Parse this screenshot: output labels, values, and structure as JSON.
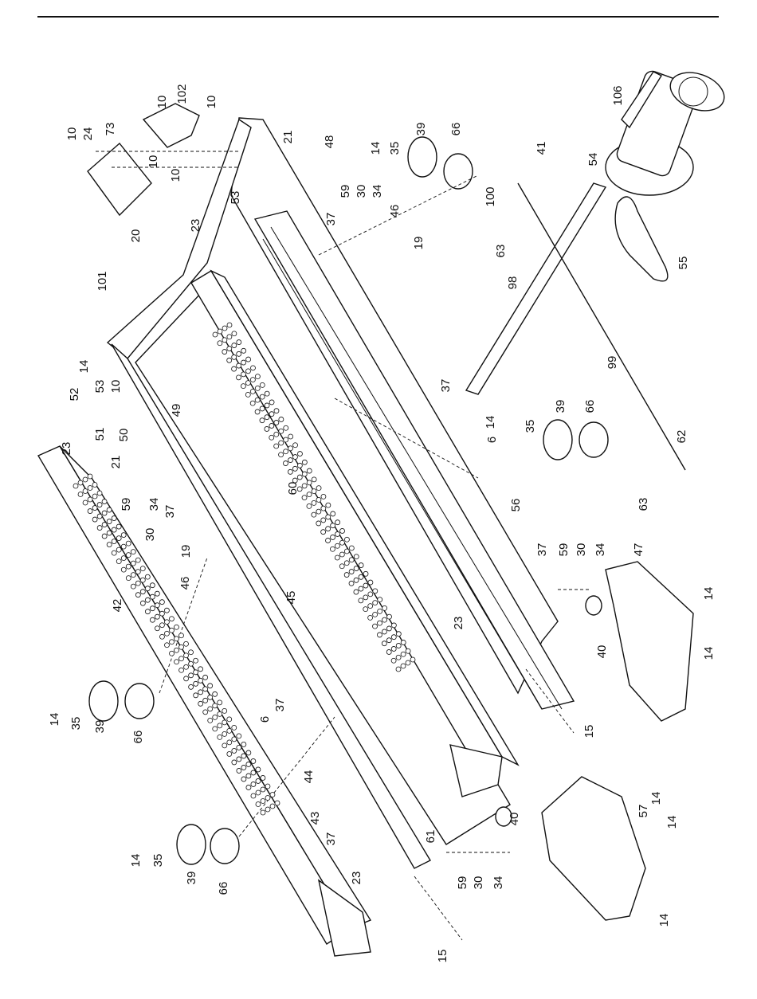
{
  "parts": [
    {
      "id": "p102",
      "label": "102"
    },
    {
      "id": "p10a",
      "label": "10"
    },
    {
      "id": "p10b",
      "label": "10"
    },
    {
      "id": "p10c",
      "label": "10"
    },
    {
      "id": "p24",
      "label": "24"
    },
    {
      "id": "p73",
      "label": "73"
    },
    {
      "id": "p10d",
      "label": "10"
    },
    {
      "id": "p10e",
      "label": "10"
    },
    {
      "id": "p20",
      "label": "20"
    },
    {
      "id": "p101",
      "label": "101"
    },
    {
      "id": "p21a",
      "label": "21"
    },
    {
      "id": "p53a",
      "label": "53"
    },
    {
      "id": "p23a",
      "label": "23"
    },
    {
      "id": "p48",
      "label": "48"
    },
    {
      "id": "p14a",
      "label": "14"
    },
    {
      "id": "p35a",
      "label": "35"
    },
    {
      "id": "p39a",
      "label": "39"
    },
    {
      "id": "p66a",
      "label": "66"
    },
    {
      "id": "p37a",
      "label": "37"
    },
    {
      "id": "p59a",
      "label": "59"
    },
    {
      "id": "p30a",
      "label": "30"
    },
    {
      "id": "p34a",
      "label": "34"
    },
    {
      "id": "p46a",
      "label": "46"
    },
    {
      "id": "p19a",
      "label": "19"
    },
    {
      "id": "p106",
      "label": "106"
    },
    {
      "id": "p41",
      "label": "41"
    },
    {
      "id": "p54",
      "label": "54"
    },
    {
      "id": "p100",
      "label": "100"
    },
    {
      "id": "p63a",
      "label": "63"
    },
    {
      "id": "p55",
      "label": "55"
    },
    {
      "id": "p98",
      "label": "98"
    },
    {
      "id": "p99",
      "label": "99"
    },
    {
      "id": "p37b",
      "label": "37"
    },
    {
      "id": "p14b",
      "label": "14"
    },
    {
      "id": "p6a",
      "label": "6"
    },
    {
      "id": "p35b",
      "label": "35"
    },
    {
      "id": "p39b",
      "label": "39"
    },
    {
      "id": "p66b",
      "label": "66"
    },
    {
      "id": "p62",
      "label": "62"
    },
    {
      "id": "p63b",
      "label": "63"
    },
    {
      "id": "p56",
      "label": "56"
    },
    {
      "id": "p52",
      "label": "52"
    },
    {
      "id": "p14c",
      "label": "14"
    },
    {
      "id": "p53b",
      "label": "53"
    },
    {
      "id": "p10f",
      "label": "10"
    },
    {
      "id": "p51",
      "label": "51"
    },
    {
      "id": "p50",
      "label": "50"
    },
    {
      "id": "p49",
      "label": "49"
    },
    {
      "id": "p23b",
      "label": "23"
    },
    {
      "id": "p21b",
      "label": "21"
    },
    {
      "id": "p60",
      "label": "60"
    },
    {
      "id": "p59b",
      "label": "59"
    },
    {
      "id": "p34b",
      "label": "34"
    },
    {
      "id": "p30b",
      "label": "30"
    },
    {
      "id": "p37c",
      "label": "37"
    },
    {
      "id": "p19b",
      "label": "19"
    },
    {
      "id": "p46b",
      "label": "46"
    },
    {
      "id": "p45",
      "label": "45"
    },
    {
      "id": "p42",
      "label": "42"
    },
    {
      "id": "p37d",
      "label": "37"
    },
    {
      "id": "p59c",
      "label": "59"
    },
    {
      "id": "p30c",
      "label": "30"
    },
    {
      "id": "p34c",
      "label": "34"
    },
    {
      "id": "p47",
      "label": "47"
    },
    {
      "id": "p14d",
      "label": "14"
    },
    {
      "id": "p23c",
      "label": "23"
    },
    {
      "id": "p40a",
      "label": "40"
    },
    {
      "id": "p14e",
      "label": "14"
    },
    {
      "id": "p15a",
      "label": "15"
    },
    {
      "id": "p37e",
      "label": "37"
    },
    {
      "id": "p6b",
      "label": "6"
    },
    {
      "id": "p14f",
      "label": "14"
    },
    {
      "id": "p35c",
      "label": "35"
    },
    {
      "id": "p39c",
      "label": "39"
    },
    {
      "id": "p66c",
      "label": "66"
    },
    {
      "id": "p44",
      "label": "44"
    },
    {
      "id": "p43",
      "label": "43"
    },
    {
      "id": "p37f",
      "label": "37"
    },
    {
      "id": "p23d",
      "label": "23"
    },
    {
      "id": "p61",
      "label": "61"
    },
    {
      "id": "p57",
      "label": "57"
    },
    {
      "id": "p14g",
      "label": "14"
    },
    {
      "id": "p14h",
      "label": "14"
    },
    {
      "id": "p40b",
      "label": "40"
    },
    {
      "id": "p59d",
      "label": "59"
    },
    {
      "id": "p30d",
      "label": "30"
    },
    {
      "id": "p34d",
      "label": "34"
    },
    {
      "id": "p14i",
      "label": "14"
    },
    {
      "id": "p14j",
      "label": "14"
    },
    {
      "id": "p35d",
      "label": "35"
    },
    {
      "id": "p39d",
      "label": "39"
    },
    {
      "id": "p66d",
      "label": "66"
    },
    {
      "id": "p15b",
      "label": "15"
    }
  ]
}
